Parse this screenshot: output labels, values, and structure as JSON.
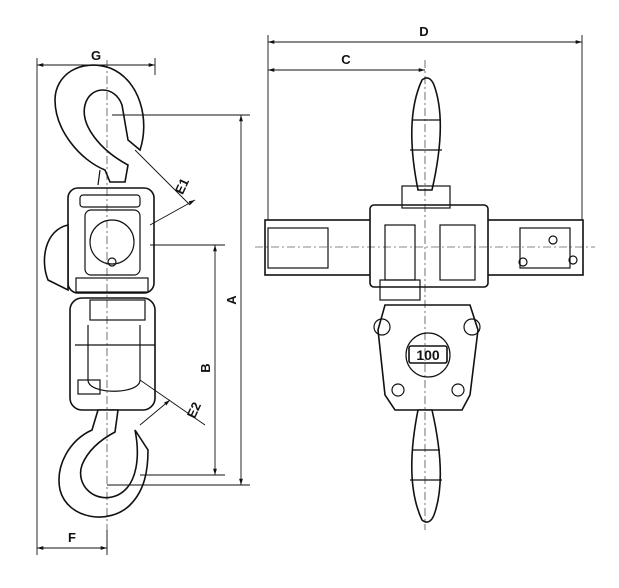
{
  "dimensions": {
    "G": "G",
    "E1": "E1",
    "A": "A",
    "B": "B",
    "E2": "E2",
    "F": "F",
    "C": "C",
    "D": "D"
  },
  "counter_display": "100"
}
